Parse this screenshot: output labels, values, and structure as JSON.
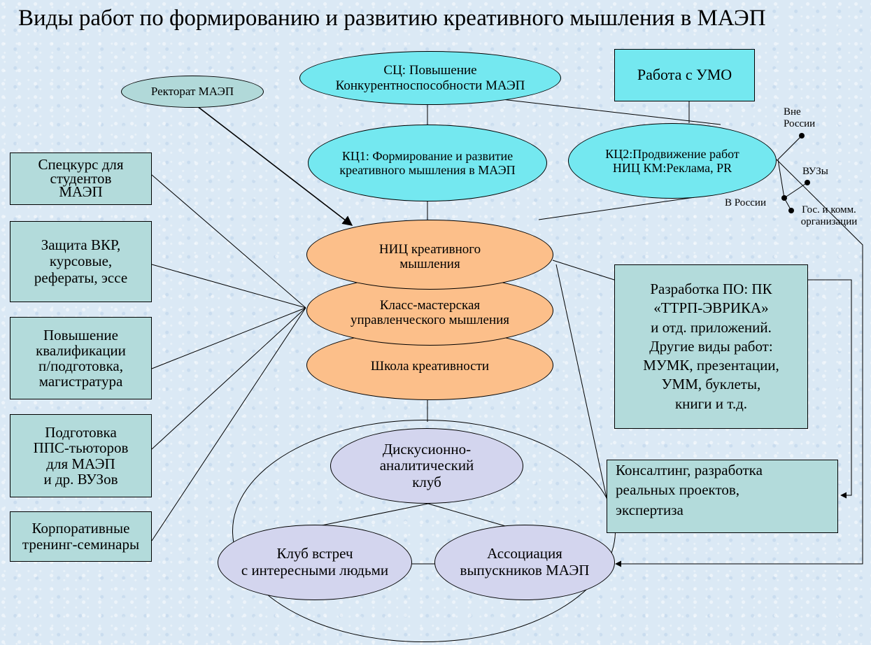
{
  "title": "Виды работ по формированию и развитию креативного мышления в МАЭП",
  "nodes": {
    "sc": "СЦ: Повышение\nКонкурентноспособности МАЭП",
    "rectorate": "Ректорат МАЭП",
    "umo": "Работа с УМО",
    "kc1": "КЦ1: Формирование и развитие\nкреативного мышления в МАЭП",
    "kc2": "КЦ2:Продвижение работ\nНИЦ КМ:Реклама, PR",
    "nic": "НИЦ креативного\nмышления",
    "class_master": "Класс-мастерская\nуправленческого мышления",
    "school": "Школа креативности",
    "discussion_club": "Дискусионно-\nаналитический\nклуб",
    "meetings_club": "Клуб встреч\nс интересными людьми",
    "alumni": "Ассоциация\nвыпускников МАЭП"
  },
  "left_boxes": [
    "Спецкурс для\nстудентов\nМАЭП",
    "Защита ВКР,\nкурсовые,\nрефераты, эссе",
    "Повышение\nквалификации\nп/подготовка,\nмагистратура",
    "Подготовка\nППС-тьюторов\nдля МАЭП\nи др. ВУЗов",
    "Корпоративные\nтренинг-семинары"
  ],
  "right_boxes": {
    "software": "Разработка ПО: ПК\n«ТТРП-ЭВРИКА»\nи отд. приложений.\nДругие виды работ:\nМУМК, презентации,\nУММ, буклеты,\nкниги и т.д.",
    "consulting": "Консалтинг, разработка\nреальных проектов,\nэкспертиза"
  },
  "kc2_branches": {
    "abroad": "Вне\nРоссии",
    "in_russia": "В России",
    "universities": "ВУЗы",
    "organizations": "Гос. и комм.\nорганизации"
  },
  "colors": {
    "cyan": "#74e8f0",
    "teal": "#b1d9d9",
    "orange": "#fcbf8a",
    "lavender": "#d3d5ee",
    "box": "#b3dbdb"
  }
}
